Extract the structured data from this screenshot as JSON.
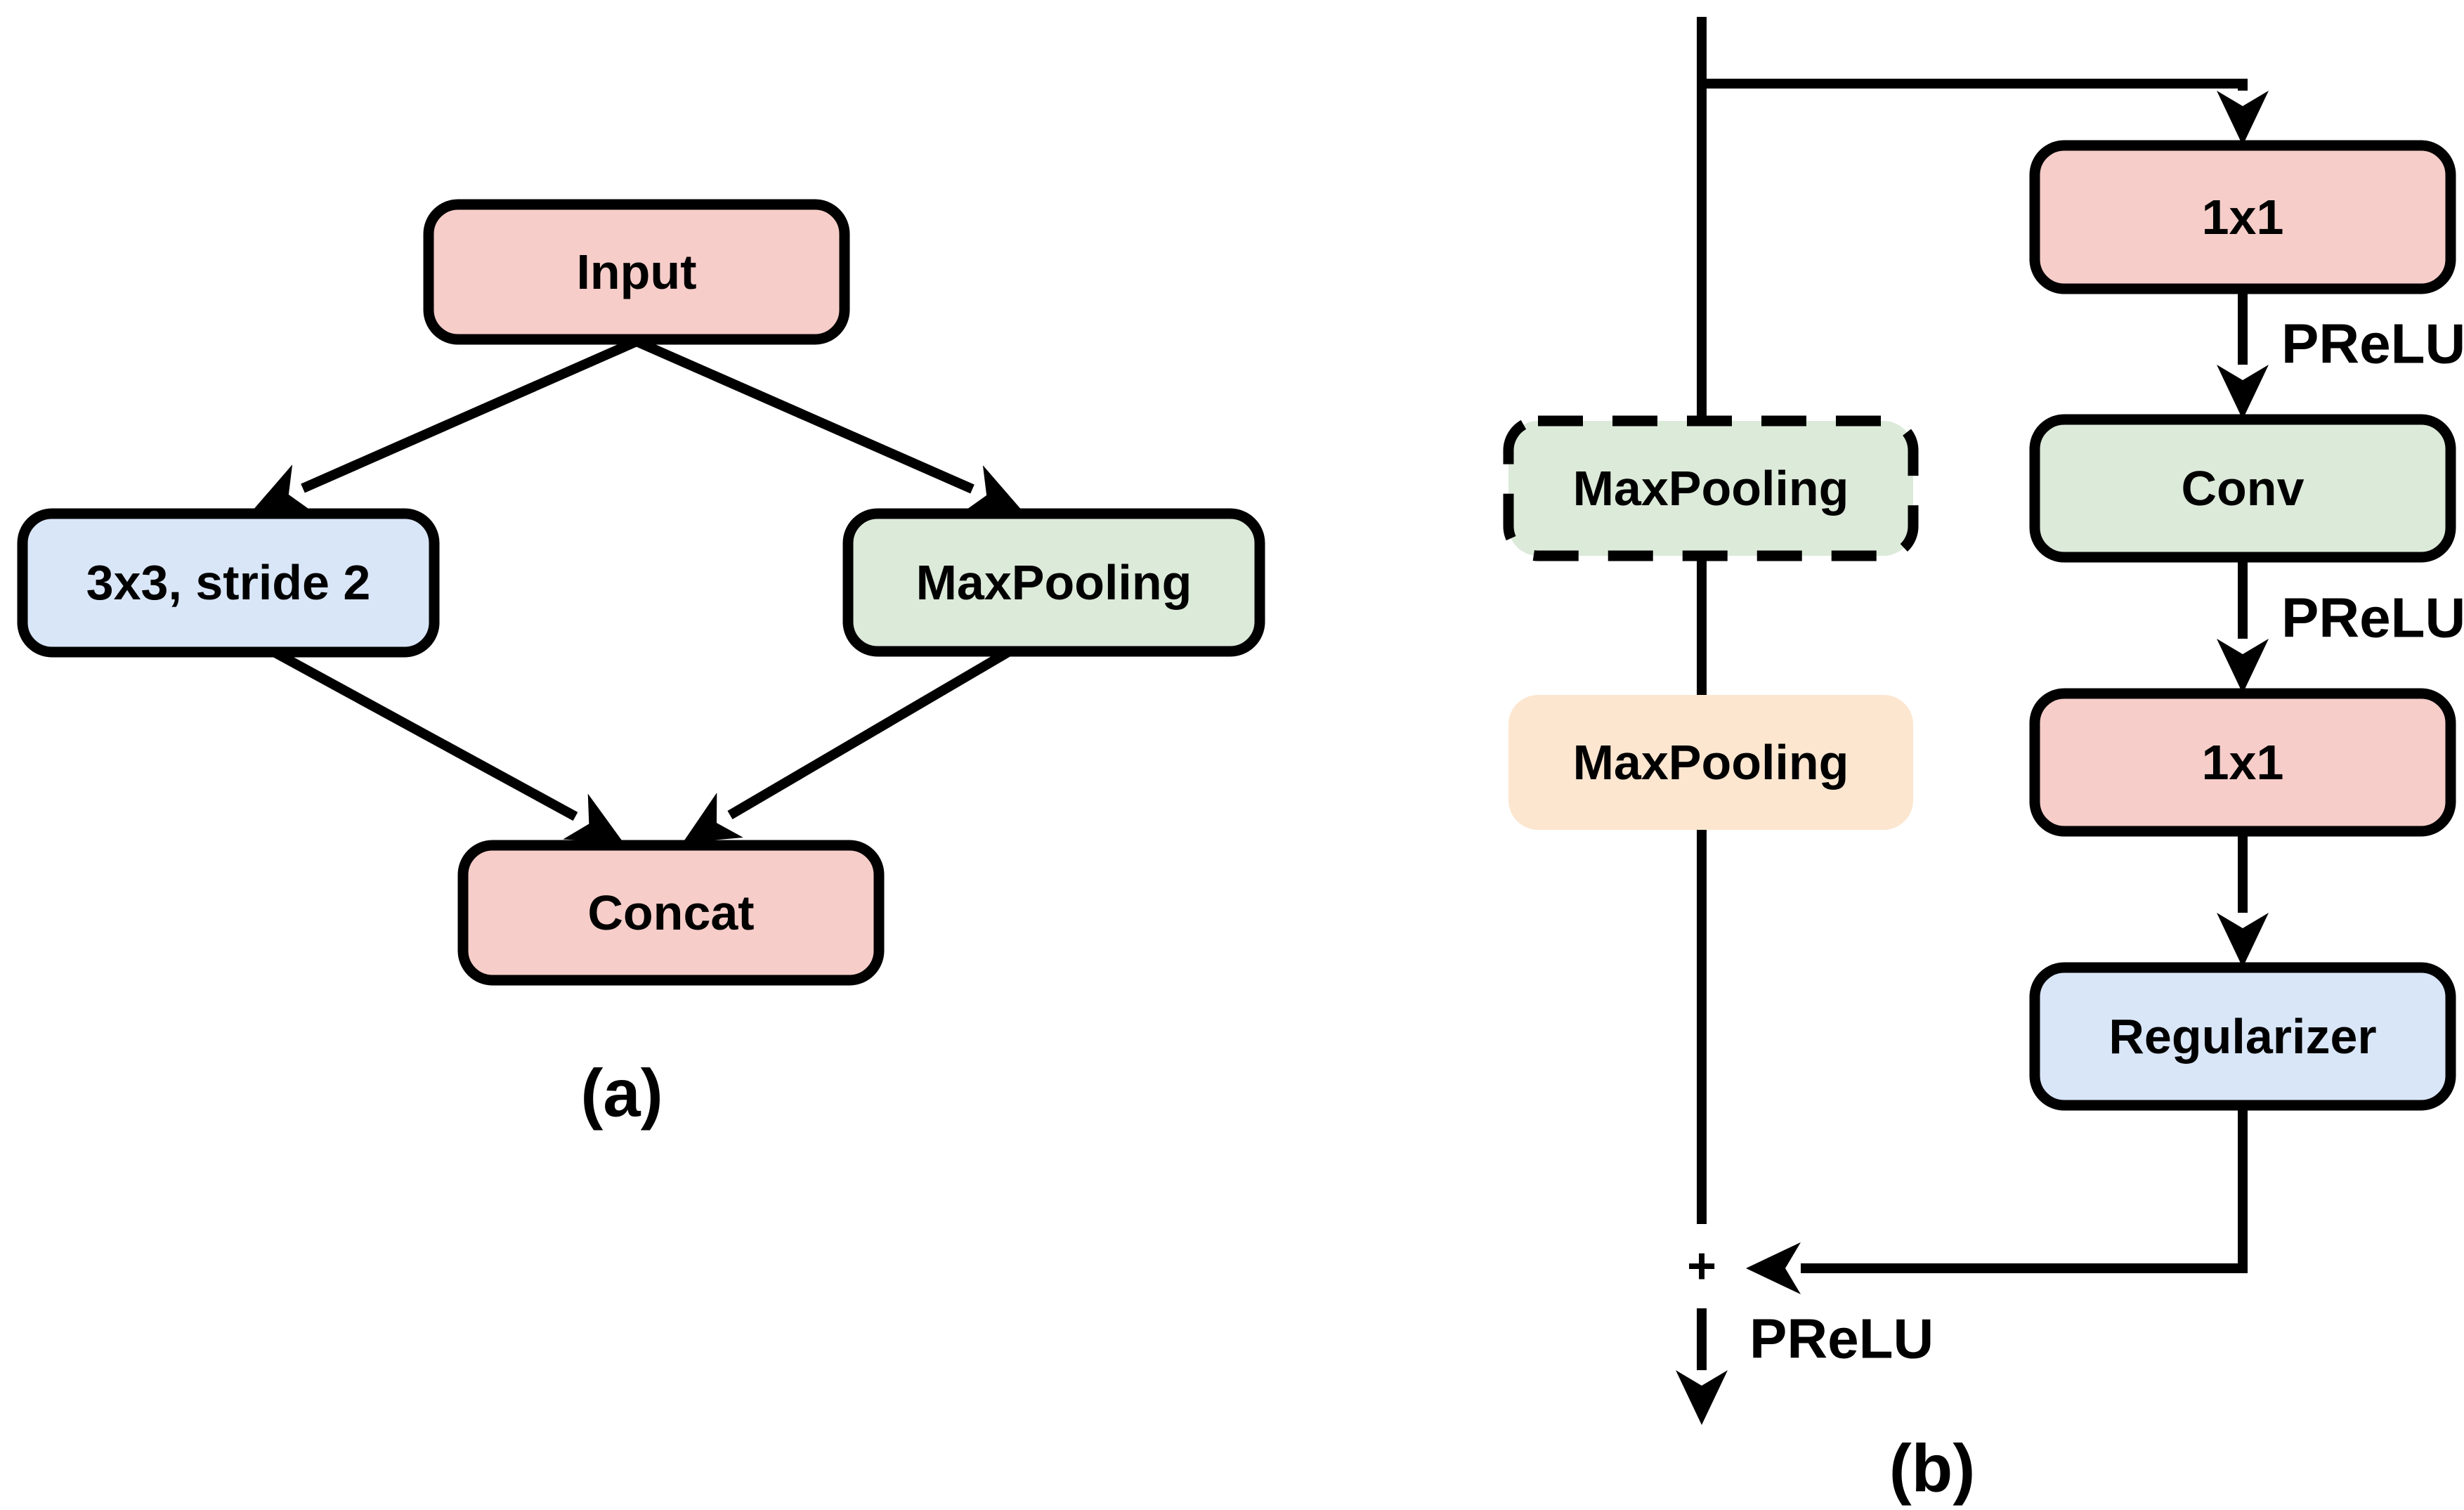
{
  "colors": {
    "pink": "#f6cdc9",
    "blue": "#d9e6f8",
    "green": "#dcead9",
    "orange": "#fce6d0",
    "outline": "#000000",
    "text": "#000000",
    "background": "#ffffff"
  },
  "panel_a": {
    "caption": "(a)",
    "input_label": "Input",
    "conv_label": "3x3, stride 2",
    "maxpool_label": "MaxPooling",
    "concat_label": "Concat"
  },
  "panel_b": {
    "caption": "(b)",
    "conv1x1_top_label": "1x1",
    "prelu1_label": "PReLU",
    "conv_label": "Conv",
    "prelu2_label": "PReLU",
    "conv1x1_bottom_label": "1x1",
    "regularizer_label": "Regularizer",
    "maxpool_dashed_label": "MaxPooling",
    "maxpool_plain_label": "MaxPooling",
    "merge_label": "+",
    "prelu_out_label": "PReLU"
  }
}
